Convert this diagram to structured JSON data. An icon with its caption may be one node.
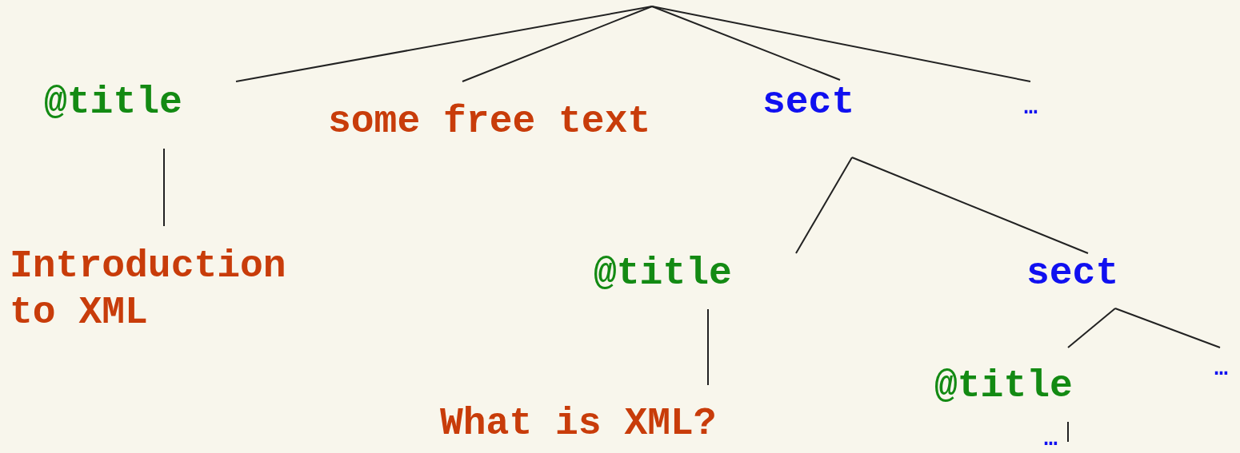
{
  "diagram": {
    "nodes": [
      {
        "text": [
          "@title"
        ]
      },
      {
        "text": [
          "some free text"
        ]
      },
      {
        "text": [
          "sect"
        ]
      },
      {
        "text": [
          "…"
        ]
      },
      {
        "text": [
          "Introduction to XML"
        ]
      },
      {
        "text": [
          "@title"
        ]
      },
      {
        "text": [
          "sect"
        ]
      },
      {
        "text": [
          "What is XML?"
        ]
      },
      {
        "text": [
          "@title"
        ]
      },
      {
        "text": [
          "…"
        ]
      },
      {
        "text": [
          "…"
        ]
      }
    ],
    "edges": [
      {
        "from": null,
        "to": 0,
        "arrow": "none"
      },
      {
        "from": null,
        "to": 1,
        "arrow": "none"
      },
      {
        "from": null,
        "to": 2,
        "arrow": "none"
      },
      {
        "from": null,
        "to": 3,
        "arrow": "none"
      },
      {
        "from": 0,
        "to": 4,
        "arrow": "none"
      },
      {
        "from": 2,
        "to": 5,
        "arrow": "none"
      },
      {
        "from": 2,
        "to": 6,
        "arrow": "none"
      },
      {
        "from": 5,
        "to": 7,
        "arrow": "none"
      },
      {
        "from": 6,
        "to": 8,
        "arrow": "none"
      },
      {
        "from": 6,
        "to": 9,
        "arrow": "none"
      },
      {
        "from": 8,
        "to": 10,
        "arrow": "none"
      }
    ]
  }
}
